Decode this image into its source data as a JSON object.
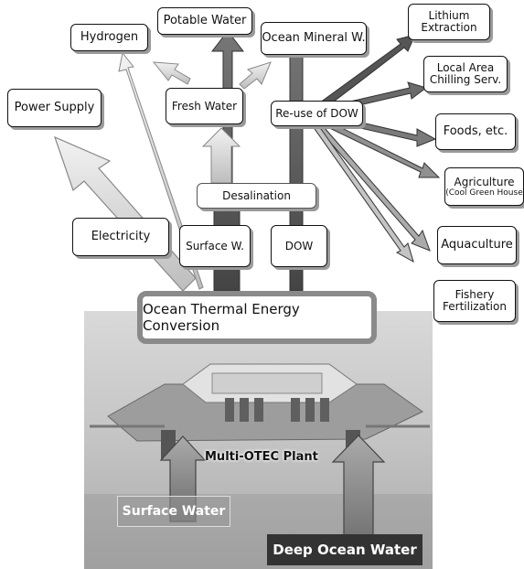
{
  "title": "Ocean Thermal Energy Conversion",
  "plant_label": "Multi-OTEC Plant",
  "water_labels": {
    "surface": "Surface Water",
    "deep": "Deep Ocean Water"
  },
  "intermediate": {
    "electricity": "Electricity",
    "surface_w": "Surface W.",
    "dow": "DOW",
    "desalination": "Desalination",
    "fresh_water": "Fresh Water",
    "reuse_dow": "Re-use of DOW"
  },
  "products": {
    "power_supply": "Power Supply",
    "hydrogen": "Hydrogen",
    "potable_water": "Potable Water",
    "ocean_mineral": "Ocean Mineral W.",
    "lithium_1": "Lithium",
    "lithium_2": "Extraction",
    "chilling_1": "Local Area",
    "chilling_2": "Chilling Serv.",
    "foods": "Foods, etc.",
    "agriculture_1": "Agriculture",
    "agriculture_2": "(Cool Green House",
    "aquaculture": "Aquaculture",
    "fishery_1": "Fishery",
    "fishery_2": "Fertilization"
  },
  "colors": {
    "ink": "#111111",
    "arrow_light": "#d8d8d8",
    "arrow_mid": "#9a9a9a",
    "arrow_dark": "#555555",
    "sea": "#b5b5b5"
  }
}
